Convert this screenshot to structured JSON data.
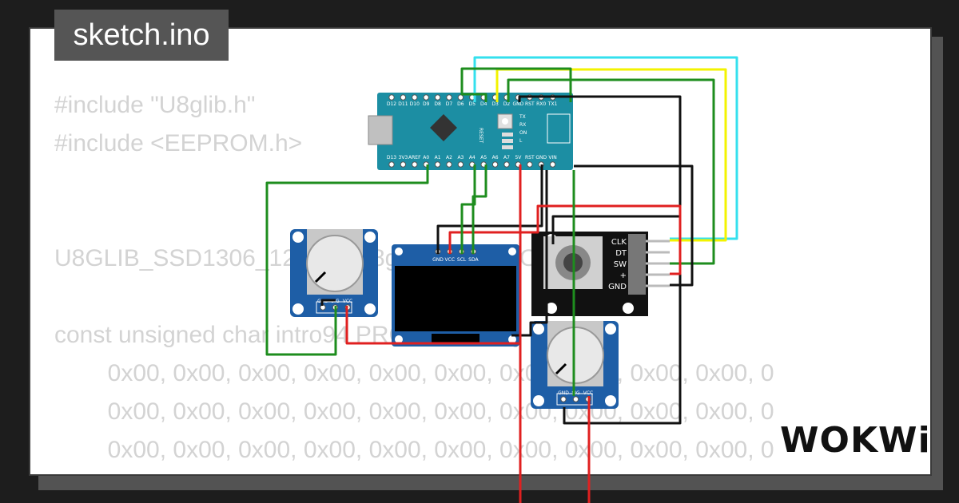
{
  "title": "sketch.ino",
  "brand": "WOKWi",
  "code_lines": [
    "#include \"U8glib.h\"",
    "#include <EEPROM.h>",
    "",
    "",
    "U8GLIB_SSD1306_128X64 u8g(U8G_I2C_OPT_NO_",
    "",
    "const unsigned char intro94 PROGMEM = {",
    "        0x00, 0x00, 0x00, 0x00, 0x00, 0x00, 0x00, 0x00, 0x00, 0x00, 0",
    "        0x00, 0x00, 0x00, 0x00, 0x00, 0x00, 0x00, 0x00, 0x00, 0x00, 0",
    "        0x00, 0x00, 0x00, 0x00, 0x00, 0x00, 0x00, 0x00, 0x00, 0x00, 0",
    "        0x00, 0x00, 0x00, 0x00, 0x00, 0x00, 0x00, 0x00, 0x00, 0x00, 0"
  ],
  "arduino": {
    "top_pins": [
      "D12",
      "D11",
      "D10",
      "D9",
      "D8",
      "D7",
      "D6",
      "D5",
      "D4",
      "D3",
      "D2",
      "GND",
      "RST",
      "RX0",
      "TX1"
    ],
    "bottom_pins": [
      "D13",
      "3V3",
      "AREF",
      "A0",
      "A1",
      "A2",
      "A3",
      "A4",
      "A5",
      "A6",
      "A7",
      "5V",
      "RST",
      "GND",
      "VIN"
    ],
    "reset_label": "RESET",
    "led_labels": [
      "TX",
      "RX",
      "ON",
      "L"
    ]
  },
  "oled_pins": [
    "GND",
    "VCC",
    "SCL",
    "SDA"
  ],
  "pot_pins": [
    "GND",
    "SIG",
    "VCC"
  ],
  "encoder_pins": [
    "CLK",
    "DT",
    "SW",
    "+",
    "GND"
  ],
  "colors": {
    "wire_cyan": "#34e0ee",
    "wire_yellow": "#f3f300",
    "wire_green": "#1e8d1e",
    "wire_black": "#111111",
    "wire_red": "#e02020",
    "board": "#1c8ea3",
    "pcb": "#1e5ea6"
  }
}
